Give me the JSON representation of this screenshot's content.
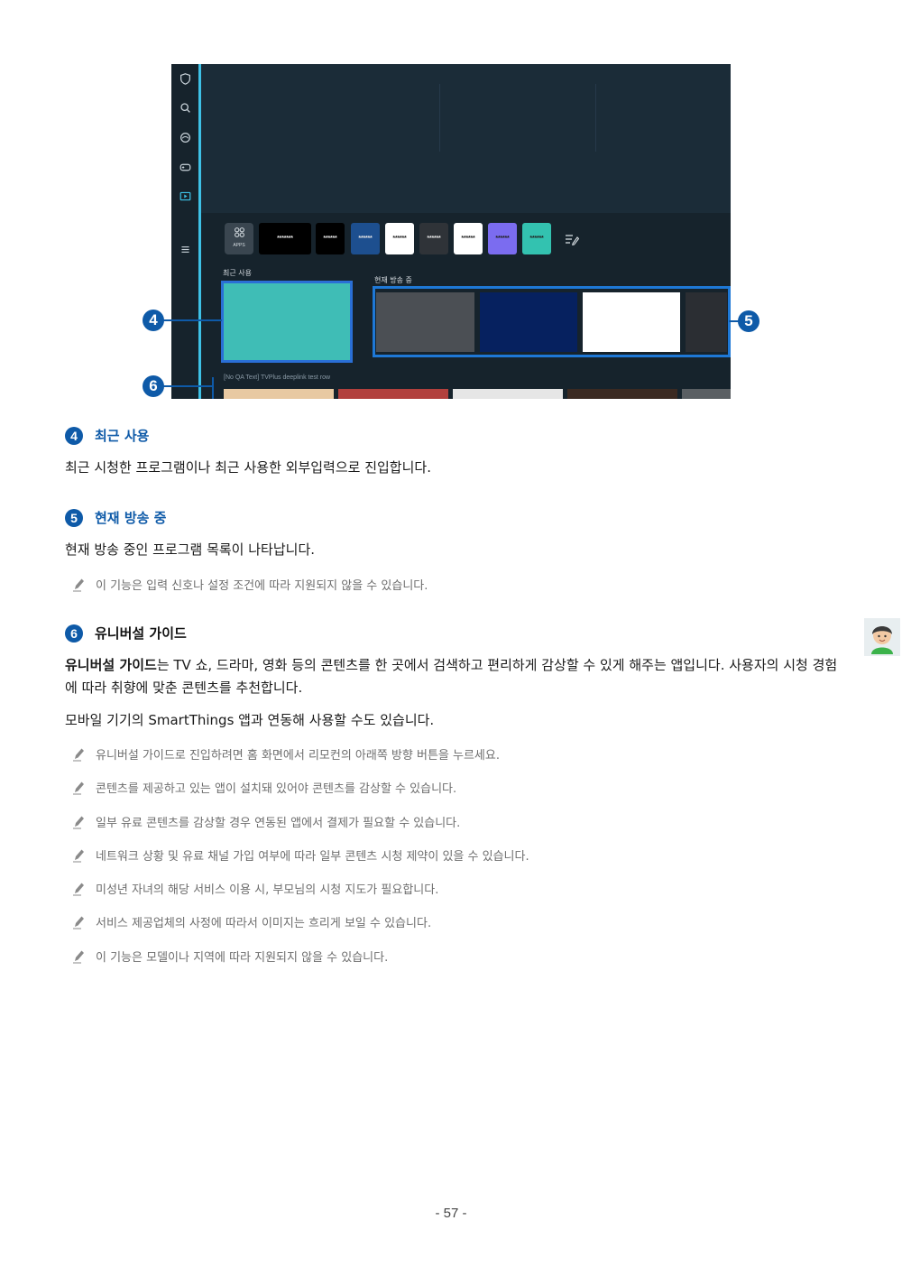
{
  "tv": {
    "apps_label": "APPS",
    "app_tiles": [
      {
        "text": "*******",
        "bg": "#000000",
        "fg": "#e6e6e6"
      },
      {
        "text": "******",
        "bg": "#000000",
        "fg": "#e6e6e6"
      },
      {
        "text": "******",
        "bg": "#1d4f8f",
        "fg": "#e6e6e6"
      },
      {
        "text": "******",
        "bg": "#ffffff",
        "fg": "#222222"
      },
      {
        "text": "******",
        "bg": "#2f3338",
        "fg": "#e6e6e6"
      },
      {
        "text": "******",
        "bg": "#ffffff",
        "fg": "#222222"
      },
      {
        "text": "******",
        "bg": "#7b6cf0",
        "fg": "#222222"
      },
      {
        "text": "******",
        "bg": "#33c2b0",
        "fg": "#222222"
      }
    ],
    "recent_label": "최근 사용",
    "live_label": "현재 방송 중",
    "universal_label": "[No QA Text] TVPlus deeplink test row",
    "callouts": [
      "4",
      "5",
      "6"
    ]
  },
  "sections": [
    {
      "number": "4",
      "title": "최근 사용"
    },
    {
      "number": "5",
      "title": "현재 방송 중"
    },
    {
      "number": "6",
      "title": "유니버설 가이드"
    }
  ],
  "texts": {
    "recent_desc": "최근 시청한 프로그램이나 최근 사용한 외부입력으로 진입합니다.",
    "live_desc": "현재 방송 중인 프로그램 목록이 나타납니다.",
    "live_note": "이 기능은 입력 신호나 설정 조건에 따라 지원되지 않을 수 있습니다.",
    "guide_bold": "유니버설 가이드",
    "guide_desc": "는 TV 쇼, 드라마, 영화 등의 콘텐츠를 한 곳에서 검색하고 편리하게 감상할 수 있게 해주는 앱입니다. 사용자의 시청 경험에 따라 취향에 맞춘 콘텐츠를 추천합니다.",
    "guide_mobile": "모바일 기기의 SmartThings 앱과 연동해 사용할 수도 있습니다."
  },
  "guide_notes": [
    "유니버설 가이드로 진입하려면 홈 화면에서 리모컨의 아래쪽 방향 버튼을 누르세요.",
    "콘텐츠를 제공하고 있는 앱이 설치돼 있어야 콘텐츠를 감상할 수 있습니다.",
    "일부 유료 콘텐츠를 감상할 경우 연동된 앱에서 결제가 필요할 수 있습니다.",
    "네트워크 상황 및 유료 채널 가입 여부에 따라 일부 콘텐츠 시청 제약이 있을 수 있습니다.",
    "미성년 자녀의 해당 서비스 이용 시, 부모님의 시청 지도가 필요합니다.",
    "서비스 제공업체의 사정에 따라서 이미지는 흐리게 보일 수 있습니다.",
    "이 기능은 모델이나 지역에 따라 지원되지 않을 수 있습니다."
  ],
  "page_number": "- 57 -",
  "colors": {
    "accent": "#0e5aa8",
    "highlight": "#3ec1e6"
  }
}
